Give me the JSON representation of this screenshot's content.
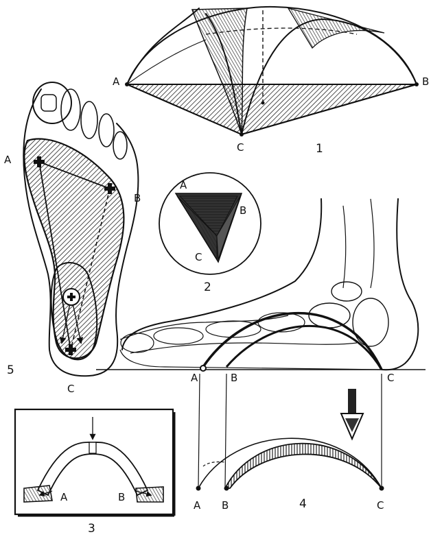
{
  "figure1": {
    "number": "1",
    "points": {
      "a": "A",
      "b": "B",
      "c": "C"
    }
  },
  "figure2": {
    "number": "2",
    "points": {
      "a": "A",
      "b": "B",
      "c": "C"
    }
  },
  "figure3": {
    "number": "3",
    "points": {
      "a": "A",
      "b": "B"
    }
  },
  "figure4": {
    "number": "4",
    "foot_points": {
      "a": "A",
      "b": "B",
      "c": "C"
    },
    "arch_points": {
      "a": "A",
      "b": "B",
      "c": "C"
    }
  },
  "figure5": {
    "number": "5",
    "points": {
      "a": "A",
      "b": "B",
      "c": "C"
    }
  }
}
